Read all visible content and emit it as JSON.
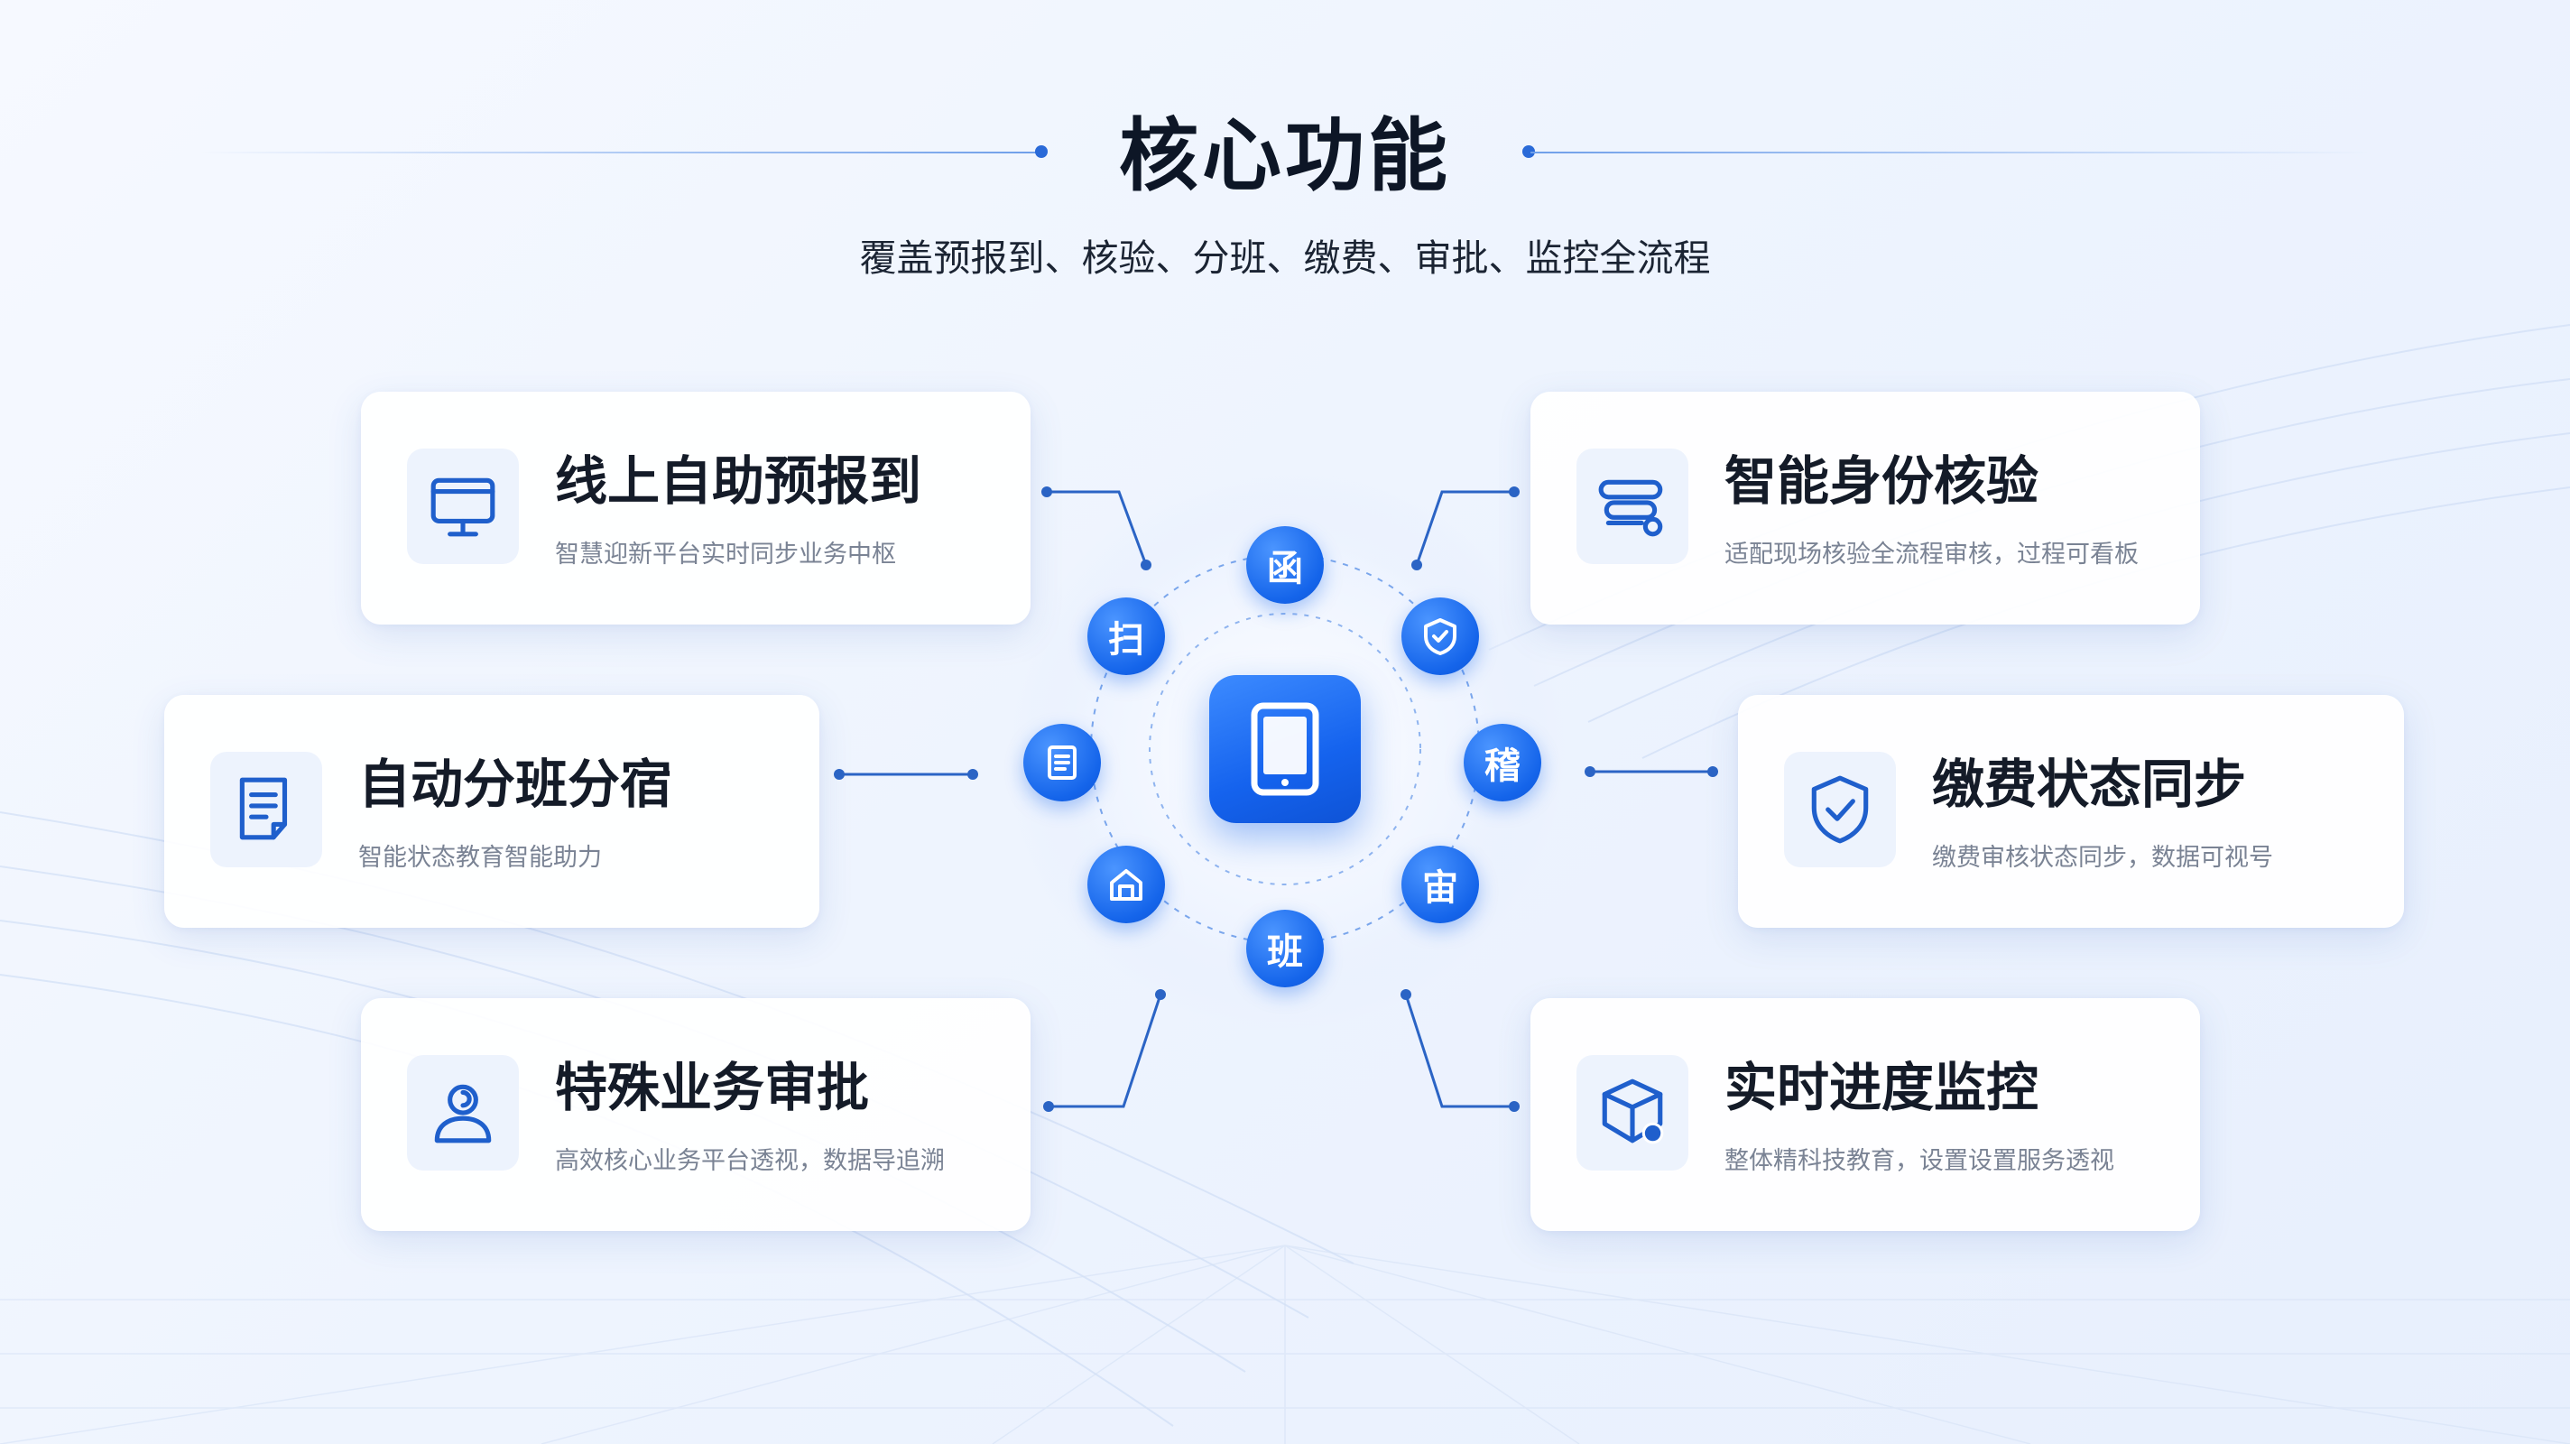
{
  "header": {
    "title": "核心功能",
    "subtitle": "覆盖预报到、核验、分班、缴费、审批、监控全流程"
  },
  "cards": [
    {
      "id": "online-report",
      "title": "线上自助预报到",
      "desc": "智慧迎新平台实时同步业务中枢",
      "icon": "monitor-icon"
    },
    {
      "id": "identity-verify",
      "title": "智能身份核验",
      "desc": "适配现场核验全流程审核，过程可看板",
      "icon": "database-icon"
    },
    {
      "id": "class-dorm",
      "title": "自动分班分宿",
      "desc": "智能状态教育智能助力",
      "icon": "document-icon"
    },
    {
      "id": "payment-sync",
      "title": "缴费状态同步",
      "desc": "缴费审核状态同步，数据可视号",
      "icon": "shield-check-icon"
    },
    {
      "id": "special-approval",
      "title": "特殊业务审批",
      "desc": "高效核心业务平台透视，数据导追溯",
      "icon": "user-icon"
    },
    {
      "id": "progress-monitor",
      "title": "实时进度监控",
      "desc": "整体精科技教育，设置设置服务透视",
      "icon": "box-icon"
    }
  ],
  "hub": {
    "center_icon": "tablet-icon",
    "nodes": [
      {
        "label": "函",
        "icon": ""
      },
      {
        "label": "",
        "icon": "shield-icon"
      },
      {
        "label": "稽",
        "icon": ""
      },
      {
        "label": "宙",
        "icon": ""
      },
      {
        "label": "班",
        "icon": ""
      },
      {
        "label": "",
        "icon": "home-icon"
      },
      {
        "label": "",
        "icon": "list-icon"
      },
      {
        "label": "扫",
        "icon": ""
      }
    ]
  },
  "colors": {
    "accent": "#1464ea",
    "accent_light": "#4b95ff",
    "title": "#0d1626",
    "text_muted": "#7a8394",
    "card_bg": "#ffffff",
    "icon_bg": "#edf3fd"
  }
}
